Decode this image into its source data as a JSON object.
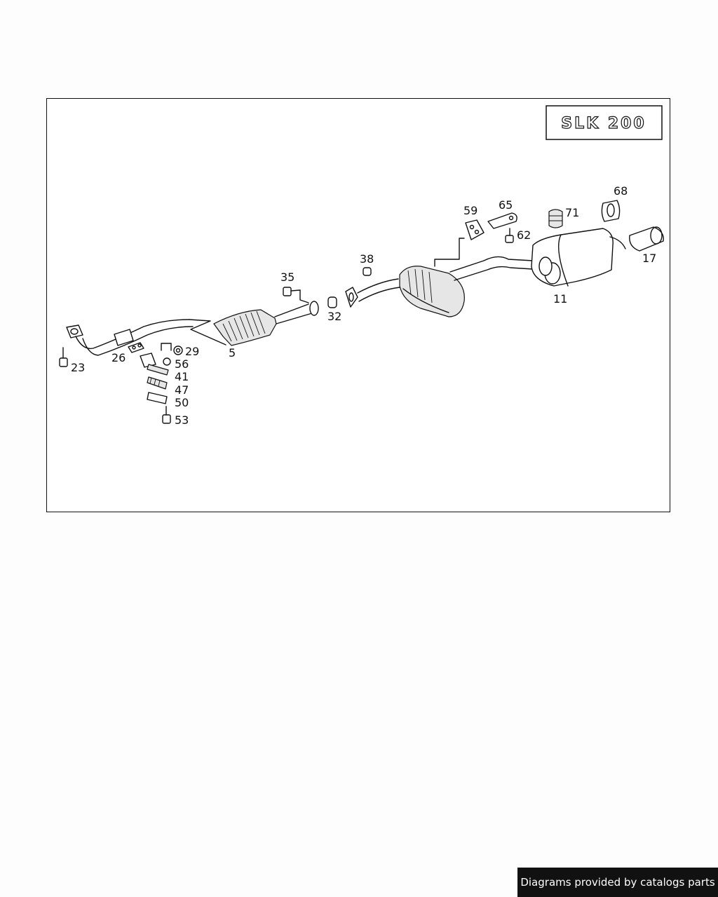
{
  "model_badge": "SLK 200",
  "part_labels": {
    "p5": "5",
    "p11": "11",
    "p17": "17",
    "p23": "23",
    "p26": "26",
    "p29": "29",
    "p32": "32",
    "p35": "35",
    "p38": "38",
    "p41": "41",
    "p47": "47",
    "p50": "50",
    "p53": "53",
    "p56": "56",
    "p59": "59",
    "p62": "62",
    "p65": "65",
    "p68": "68",
    "p71": "71"
  },
  "footer": {
    "credit": "Diagrams provided by catalogs parts"
  }
}
